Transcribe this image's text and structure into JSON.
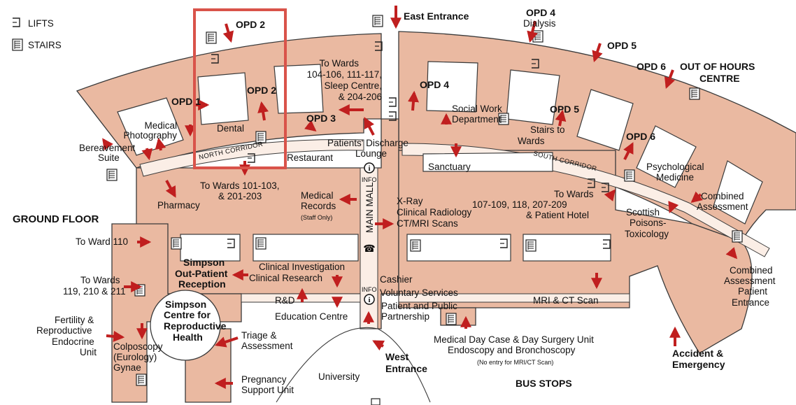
{
  "legend": {
    "lifts": "LIFTS",
    "stairs": "STAIRS"
  },
  "floor_label": "GROUND FLOOR",
  "areas": {
    "opd2_top": "OPD 2",
    "east_entrance": "East Entrance",
    "opd4_top": "OPD 4",
    "dialysis": "Dialysis",
    "opd5_top": "OPD 5",
    "opd6_top": "OPD 6",
    "out_of_hours_1": "OUT OF HOURS",
    "out_of_hours_2": "CENTRE",
    "to_wards_n1": "To Wards",
    "to_wards_n2": "104-106, 111-117,",
    "to_wards_n3": "Sleep Centre,",
    "to_wards_n4": "& 204-206",
    "opd1": "OPD 1",
    "opd2_mid": "OPD 2",
    "opd3": "OPD 3",
    "opd4_mid": "OPD 4",
    "opd5_mid": "OPD 5",
    "opd6_mid": "OPD 6",
    "medical_photo_1": "Medical",
    "medical_photo_2": "Photography",
    "dental": "Dental",
    "bereavement_1": "Bereavement",
    "bereavement_2": "Suite",
    "social_work_1": "Social Work",
    "social_work_2": "Department",
    "stairs_wards_1": "Stairs to",
    "stairs_wards_2": "Wards",
    "patients_discharge_1": "Patients' Discharge",
    "patients_discharge_2": "Lounge",
    "restaurant": "Restaurant",
    "north_corridor": "NORTH CORRIDOR",
    "south_corridor": "SOUTH CORRIDOR",
    "sanctuary": "Sanctuary",
    "psych_1": "Psychological",
    "psych_2": "Medicine",
    "combined_assess_1": "Combined",
    "combined_assess_2": "Assessment",
    "pharmacy": "Pharmacy",
    "to_wards_101_1": "To Wards 101-103,",
    "to_wards_101_2": "& 201-203",
    "medical_records_1": "Medical",
    "medical_records_2": "Records",
    "medical_records_3": "(Staff Only)",
    "info_top": "INFO",
    "main_mall": "MAIN MALL",
    "xray_1": "X-Ray",
    "xray_2": "Clinical Radiology",
    "xray_3": "CT/MRI Scans",
    "to_wards_107_1": "To Wards",
    "to_wards_107_2": "107-109, 118, 207-209",
    "to_wards_107_3": "& Patient Hotel",
    "scottish_1": "Scottish",
    "scottish_2": "Poisons-",
    "scottish_3": "Toxicology",
    "to_ward_110": "To Ward 110",
    "simpson_opr_1": "Simpson",
    "simpson_opr_2": "Out-Patient",
    "simpson_opr_3": "Reception",
    "clinical_investigation": "Clinical Investigation",
    "clinical_research": "Clinical Research",
    "cashier": "Cashier",
    "voluntary": "Voluntary Services",
    "combined_entrance_1": "Combined",
    "combined_entrance_2": "Assessment",
    "combined_entrance_3": "Patient",
    "combined_entrance_4": "Entrance",
    "to_wards_119_1": "To Wards",
    "to_wards_119_2": "119, 210 & 211",
    "rd": "R&D",
    "info_bottom": "INFO",
    "ppp_1": "Patient and Public",
    "ppp_2": "Partnership",
    "mri_ct": "MRI & CT Scan",
    "education": "Education Centre",
    "simpson_centre_1": "Simpson",
    "simpson_centre_2": "Centre for",
    "simpson_centre_3": "Reproductive",
    "simpson_centre_4": "Health",
    "fertility_1": "Fertility &",
    "fertility_2": "Reproductive",
    "fertility_3": "Endocrine",
    "fertility_4": "Unit",
    "colposcopy_1": "Colposcopy",
    "colposcopy_2": "(Eurology)",
    "colposcopy_3": "Gynae",
    "triage_1": "Triage &",
    "triage_2": "Assessment",
    "pregnancy_1": "Pregnancy",
    "pregnancy_2": "Support Unit",
    "university": "University",
    "west_1": "West",
    "west_2": "Entrance",
    "day_case_1": "Medical Day Case & Day Surgery Unit",
    "day_case_2": "Endoscopy and Bronchoscopy",
    "day_case_3": "(No entry for MRI/CT Scan)",
    "bus_stops": "BUS STOPS",
    "accident_1": "Accident &",
    "accident_2": "Emergency"
  },
  "colors": {
    "floor_fill": "#eab9a1",
    "wall_stroke": "#3a3a3a",
    "arrow": "#c01f1f",
    "highlight": "#d9534a",
    "room_fill": "#ffffff"
  }
}
